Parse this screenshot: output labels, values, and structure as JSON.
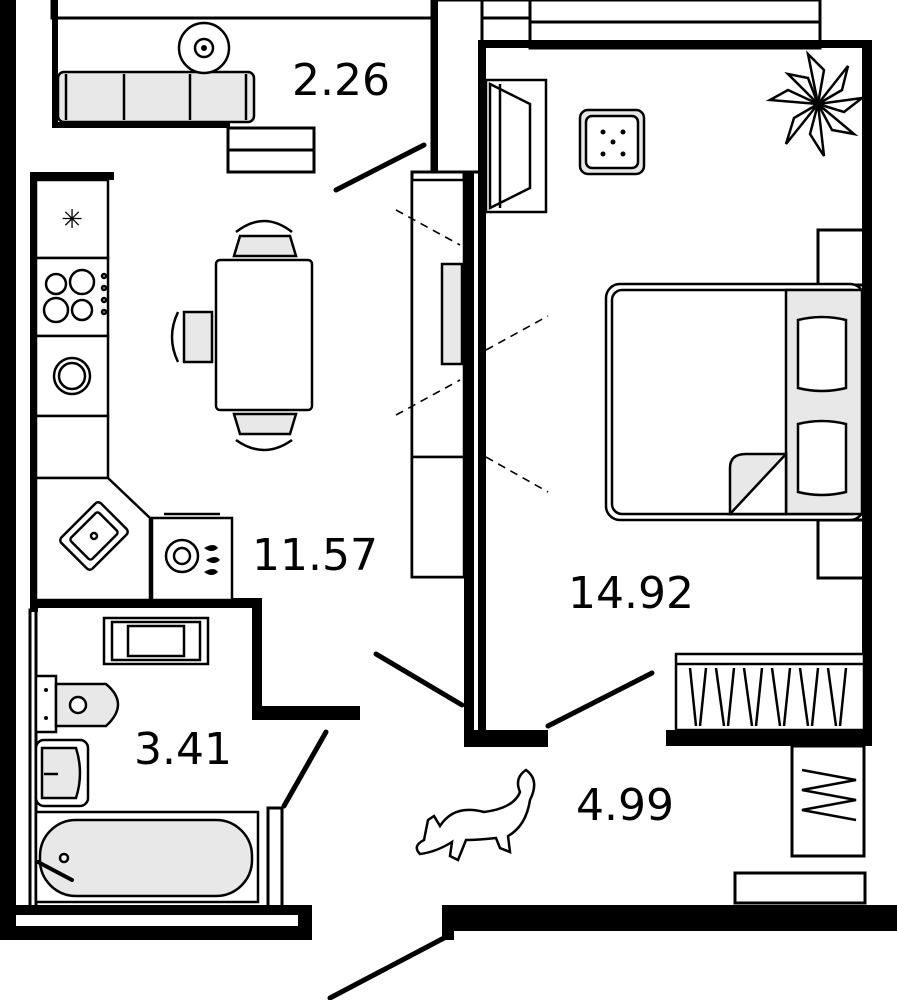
{
  "plan": {
    "rooms": [
      {
        "id": "balcony",
        "area": "2.26"
      },
      {
        "id": "kitchen-living",
        "area": "11.57"
      },
      {
        "id": "bedroom",
        "area": "14.92"
      },
      {
        "id": "bathroom",
        "area": "3.41"
      },
      {
        "id": "hallway",
        "area": "4.99"
      }
    ]
  }
}
